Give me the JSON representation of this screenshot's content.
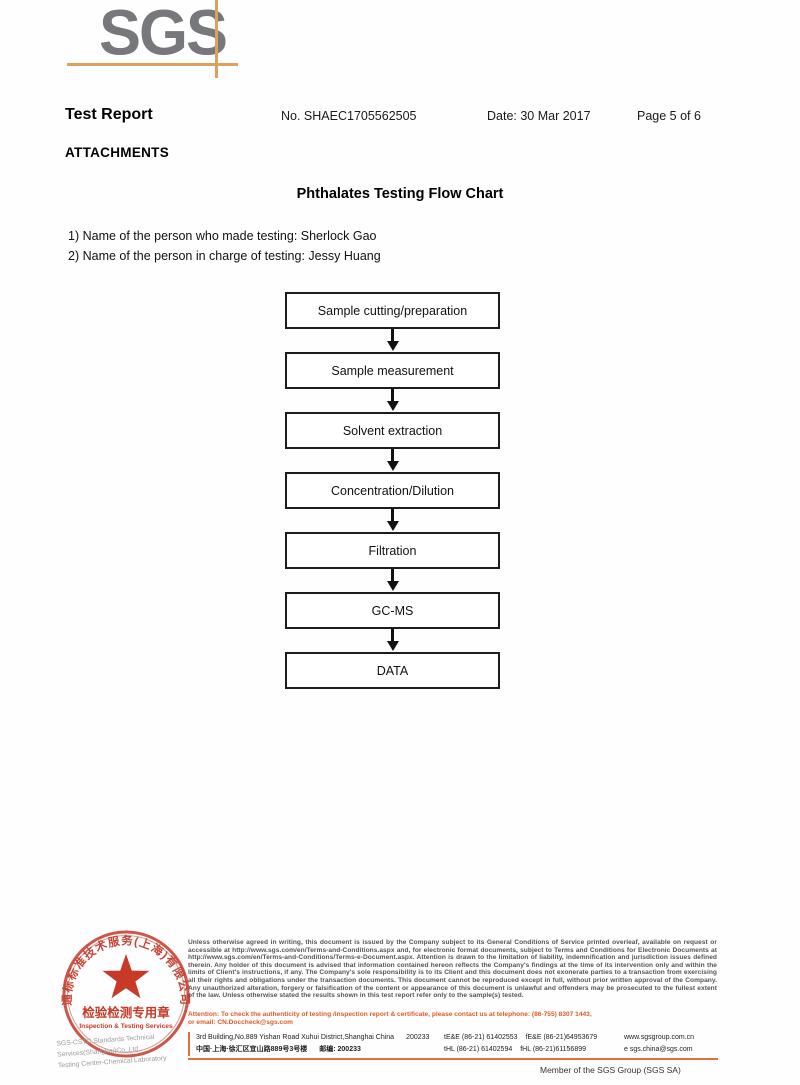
{
  "logo": {
    "text": "SGS"
  },
  "header": {
    "title": "Test Report",
    "report_no": "No. SHAEC1705562505",
    "date": "Date: 30 Mar 2017",
    "page": "Page 5 of 6"
  },
  "attachments_label": "ATTACHMENTS",
  "chart_title": "Phthalates Testing Flow Chart",
  "notes": [
    "1) Name of the person who made testing: Sherlock Gao",
    "2) Name of the person in charge of testing: Jessy Huang"
  ],
  "flowchart": {
    "steps": [
      "Sample cutting/preparation",
      "Sample measurement",
      "Solvent extraction",
      "Concentration/Dilution",
      "Filtration",
      "GC-MS",
      "DATA"
    ]
  },
  "stamp": {
    "arc_text": "通标标准技术服务(上海)有限公司",
    "line1": "检验检测专用章",
    "line2": "Inspection & Testing Services",
    "company_line1": "SGS-CSTC Standards Technical Services(Shanghai)Co.,Ltd.",
    "company_line2": "Testing Center-Chemical Laboratory"
  },
  "footer": {
    "disclaimer": "Unless otherwise agreed in writing, this document is issued by the Company subject to its General Conditions of Service printed overleaf, available on request or accessible at http://www.sgs.com/en/Terms-and-Conditions.aspx and, for electronic format documents, subject to Terms and Conditions for Electronic Documents at http://www.sgs.com/en/Terms-and-Conditions/Terms-e-Document.aspx. Attention is drawn to the limitation of liability, indemnification and jurisdiction issues defined therein. Any holder of this document is advised that information contained hereon reflects the Company's findings at the time of its intervention only and within the limits of Client's instructions, if any. The Company's sole responsibility is to its Client and this document does not exonerate parties to a transaction from exercising all their rights and obligations under the transaction documents. This document cannot be reproduced except in full, without prior written approval of the Company. Any unauthorized alteration, forgery or falsification of the content or appearance of this document is unlawful and offenders may be prosecuted to the fullest extent of the law. Unless otherwise stated the results shown in this test report refer only to the sample(s) tested.",
    "attention_line1": "Attention: To check the authenticity of testing /inspection report & certificate, please contact us at telephone: (86-755) 8307 1443,",
    "attention_line2": "or email: CN.Doccheck@sgs.com",
    "address_en": "3rd Building,No.889 Yishan Road Xuhui District,Shanghai China",
    "postcode_en": "200233",
    "address_cn": "中国·上海·徐汇区宜山路889号3号楼",
    "postcode_cn": "邮编: 200233",
    "contacts": {
      "tel_ee": "tE&E (86-21) 61402553",
      "fax_ee": "fE&E (86-21)64953679",
      "tel_hl": "tHL (86-21) 61402594",
      "fax_hl": "fHL (86-21)61156899",
      "web": "www.sgsgroup.com.cn",
      "email": "e sgs.china@sgs.com"
    },
    "member": "Member of the SGS Group (SGS SA)"
  },
  "colors": {
    "logo_gray": "#77787B",
    "accent_orange_light": "#DDA15E",
    "footer_orange": "#E0713A",
    "stamp_red": "#C54536",
    "attention_orange": "#E05A2B"
  }
}
